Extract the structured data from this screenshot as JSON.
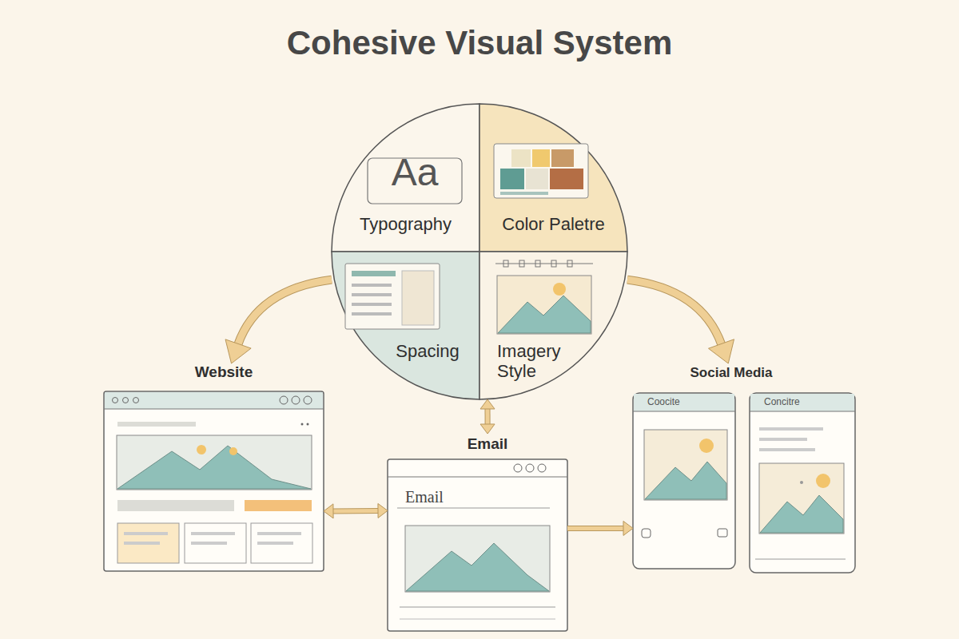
{
  "diagram": {
    "title": "Cohesive Visual System",
    "nodes": [
      {
        "text": [
          "Aa",
          "Typography"
        ]
      },
      {
        "text": [
          "Color Paletre"
        ]
      },
      {
        "text": [
          "Spacing"
        ]
      },
      {
        "text": [
          "Imagery Style"
        ]
      },
      {
        "text": [
          "Website"
        ]
      },
      {
        "text": [
          "Email",
          "Email"
        ]
      },
      {
        "text": [
          "Social Media"
        ]
      },
      {
        "text": [
          "Coocite"
        ],
        "in": 6
      },
      {
        "text": [
          "Concitre"
        ],
        "in": 6
      }
    ],
    "edges": [
      {
        "from": 2,
        "to": 4,
        "arrow": "to"
      },
      {
        "from": 3,
        "to": 6,
        "arrow": "to"
      },
      {
        "from": 3,
        "to": 5,
        "arrow": "both"
      },
      {
        "from": 4,
        "to": 5,
        "arrow": "both"
      },
      {
        "from": 5,
        "to": 7,
        "arrow": "to"
      }
    ]
  }
}
